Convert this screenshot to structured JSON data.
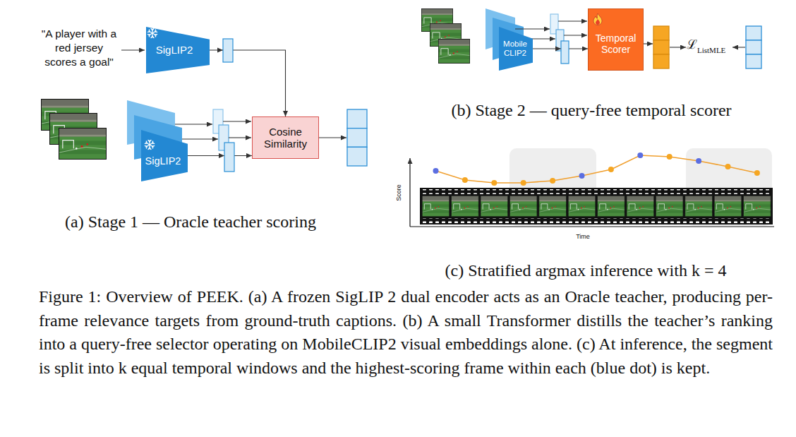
{
  "diagram": {
    "caption": "Figure 1: Overview of PEEK. (a) A frozen SigLIP 2 dual encoder acts as an Oracle teacher, producing per-frame relevance targets from ground-truth captions. (b) A small Transformer distills the teacher’s ranking into a query-free selector operating on MobileCLIP2 visual embeddings alone. (c) At inference, the segment is split into k equal temporal windows and the highest-scoring frame within each (blue dot) is kept.",
    "nodes": [
      {
        "text": [
          "SigLIP2"
        ]
      },
      {
        "text": [
          "SigLIP2"
        ]
      },
      {
        "text": [
          "Cosine Similarity"
        ]
      },
      {
        "text": [
          "Mobile CLIP2"
        ]
      },
      {
        "text": [
          "Temporal Scorer"
        ]
      }
    ],
    "edges": [
      {
        "from": 0,
        "to": 2,
        "arrow": "to"
      },
      {
        "from": 1,
        "to": 2,
        "arrow": "to"
      },
      {
        "from": 3,
        "to": 4,
        "arrow": "to"
      }
    ],
    "labels": [
      "\"A player with a red jersey scores a goal\"",
      "(a) Stage 1 — Oracle teacher scoring",
      "ℒ",
      "ListMLE",
      "(b) Stage 2 — query-free temporal scorer",
      "Score",
      "Time",
      "(c) Stratified argmax inference with k = 4"
    ]
  }
}
